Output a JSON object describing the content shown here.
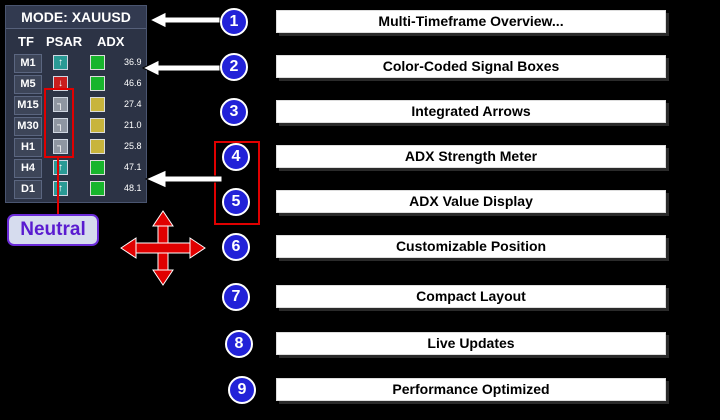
{
  "panel": {
    "mode_title": "MODE: XAUUSD",
    "columns": {
      "tf": "TF",
      "psar": "PSAR",
      "adx": "ADX"
    },
    "rows": [
      {
        "tf": "M1",
        "psar": "up",
        "adx": "strong",
        "value": "36.9"
      },
      {
        "tf": "M5",
        "psar": "down",
        "adx": "strong",
        "value": "46.6"
      },
      {
        "tf": "M15",
        "psar": "neutral",
        "adx": "weak",
        "value": "27.4"
      },
      {
        "tf": "M30",
        "psar": "neutral",
        "adx": "weak",
        "value": "21.0"
      },
      {
        "tf": "H1",
        "psar": "neutral",
        "adx": "weak",
        "value": "25.8"
      },
      {
        "tf": "H4",
        "psar": "up",
        "adx": "strong",
        "value": "47.1"
      },
      {
        "tf": "D1",
        "psar": "up",
        "adx": "strong",
        "value": "48.1"
      }
    ],
    "icons": {
      "up": "arrow-up-icon",
      "down": "arrow-down-icon",
      "neutral": "neutral-icon"
    }
  },
  "neutral_label": "Neutral",
  "colors": {
    "panel_bg": "#2c3345",
    "psar_up": "#2a9a95",
    "psar_down": "#c81e1e",
    "adx_strong": "#18b52c",
    "adx_weak": "#c8b43c",
    "highlight_red": "#e00000",
    "number_blue": "#2222d8",
    "neutral_text": "#5a1bd0"
  },
  "features": [
    {
      "num": "1",
      "label": "Multi-Timeframe  Overview..."
    },
    {
      "num": "2",
      "label": "Color-Coded Signal Boxes"
    },
    {
      "num": "3",
      "label": "Integrated Arrows"
    },
    {
      "num": "4",
      "label": "ADX Strength Meter"
    },
    {
      "num": "5",
      "label": "ADX Value Display"
    },
    {
      "num": "6",
      "label": "Customizable Position"
    },
    {
      "num": "7",
      "label": "Compact  Layout"
    },
    {
      "num": "8",
      "label": "Live Updates"
    },
    {
      "num": "9",
      "label": "Performance Optimized"
    }
  ]
}
